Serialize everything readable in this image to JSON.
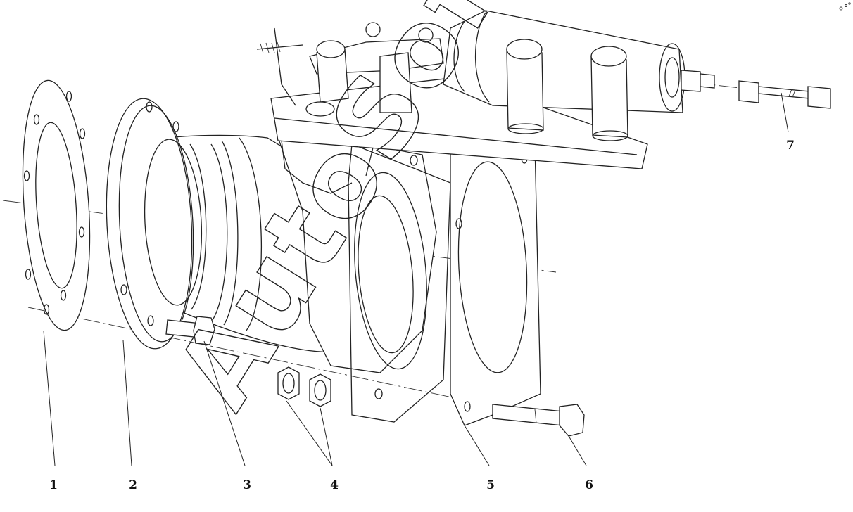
{
  "figure": {
    "watermark": "AutoSoft",
    "callouts": [
      {
        "id": "1",
        "label": "1"
      },
      {
        "id": "2",
        "label": "2"
      },
      {
        "id": "3",
        "label": "3"
      },
      {
        "id": "4",
        "label": "4"
      },
      {
        "id": "5",
        "label": "5"
      },
      {
        "id": "6",
        "label": "6"
      },
      {
        "id": "7",
        "label": "7"
      }
    ]
  }
}
